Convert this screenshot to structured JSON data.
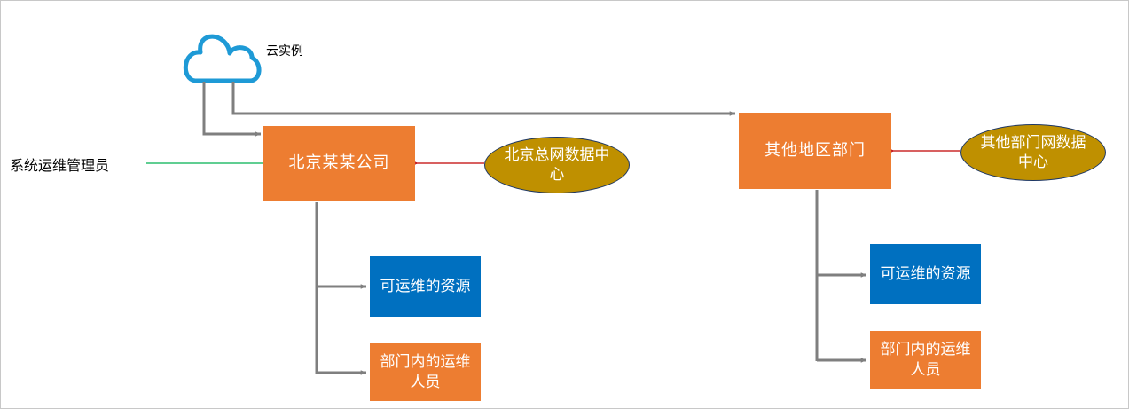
{
  "nodes": {
    "cloud": {
      "label": "云实例",
      "icon": "cloud-icon"
    },
    "admin": {
      "label": "系统运维管理员"
    },
    "beijing_company": {
      "label": "北京某某公司"
    },
    "beijing_datacenter": {
      "label": "北京总网数据中心"
    },
    "other_region": {
      "label": "其他地区部门"
    },
    "other_datacenter": {
      "label": "其他部门网数据中心"
    },
    "left_resources": {
      "label": "可运维的资源"
    },
    "left_staff": {
      "label": "部门内的运维人员"
    },
    "right_resources": {
      "label": "可运维的资源"
    },
    "right_staff": {
      "label": "部门内的运维人员"
    }
  },
  "colors": {
    "orange_box": "#ed7d31",
    "blue_box": "#0070c0",
    "ellipse_fill": "#bf9000",
    "ellipse_border": "#1f3864",
    "connector_gray": "#7f7f7f",
    "arrow_red": "#c00000",
    "line_green": "#00b050",
    "cloud_blue": "#1e9ad6"
  }
}
